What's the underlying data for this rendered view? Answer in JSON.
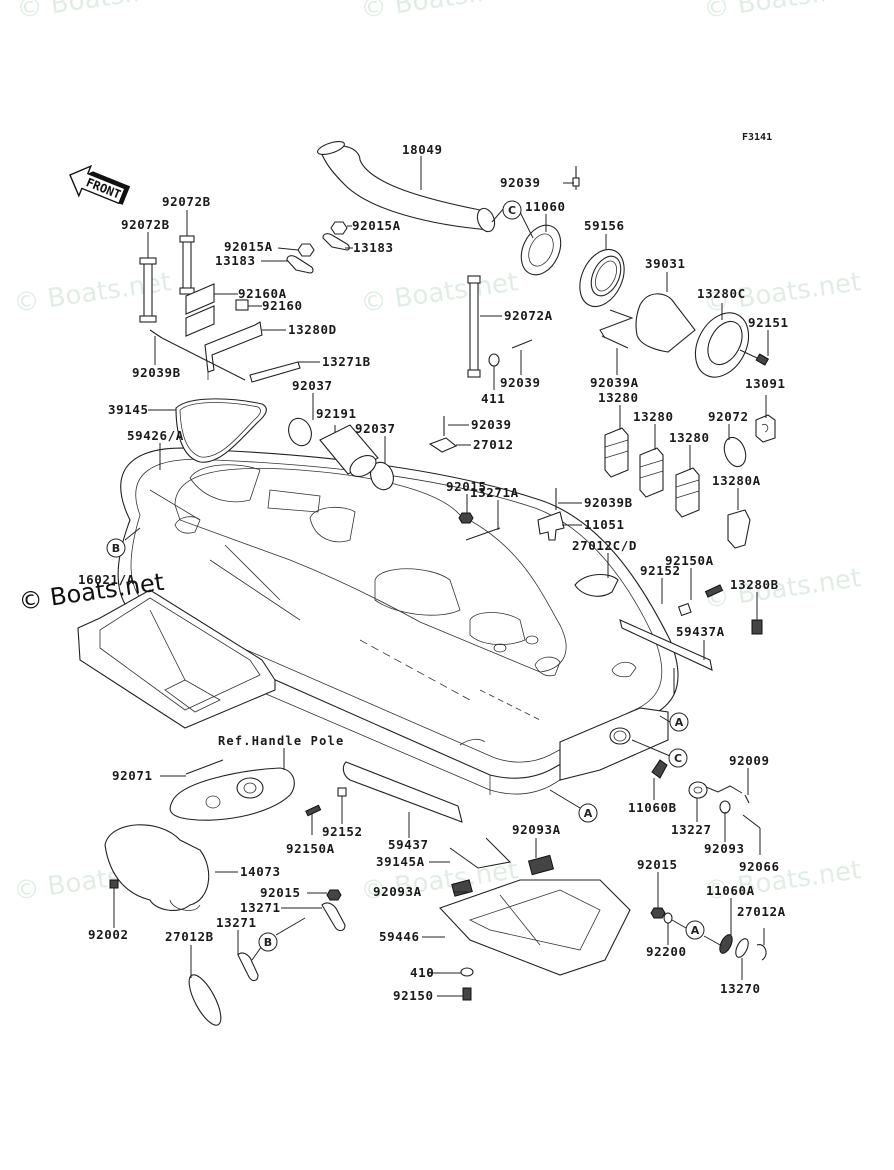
{
  "diagram": {
    "figure_code": "F3141",
    "front_arrow_label": "FRONT",
    "watermark_text": "© Boats.net",
    "ref_note": "Ref.Handle Pole",
    "reference_markers": [
      "A",
      "B",
      "C"
    ],
    "parts": [
      {
        "id": "p18049",
        "label": "18049"
      },
      {
        "id": "p92039_top",
        "label": "92039"
      },
      {
        "id": "p92072B_1",
        "label": "92072B"
      },
      {
        "id": "p92072B_2",
        "label": "92072B"
      },
      {
        "id": "p92015A_1",
        "label": "92015A"
      },
      {
        "id": "p92015A_2",
        "label": "92015A"
      },
      {
        "id": "p13183_1",
        "label": "13183"
      },
      {
        "id": "p13183_2",
        "label": "13183"
      },
      {
        "id": "p11060",
        "label": "11060"
      },
      {
        "id": "p59156",
        "label": "59156"
      },
      {
        "id": "p39031",
        "label": "39031"
      },
      {
        "id": "p92160A",
        "label": "92160A"
      },
      {
        "id": "p92160",
        "label": "92160"
      },
      {
        "id": "p13280D",
        "label": "13280D"
      },
      {
        "id": "p13280C",
        "label": "13280C"
      },
      {
        "id": "p92151",
        "label": "92151"
      },
      {
        "id": "p92072A",
        "label": "92072A"
      },
      {
        "id": "p92039B_left",
        "label": "92039B"
      },
      {
        "id": "p13271B",
        "label": "13271B"
      },
      {
        "id": "p92039_mid",
        "label": "92039"
      },
      {
        "id": "p411",
        "label": "411"
      },
      {
        "id": "p92039A",
        "label": "92039A"
      },
      {
        "id": "p13091",
        "label": "13091"
      },
      {
        "id": "p92037_1",
        "label": "92037"
      },
      {
        "id": "p39145",
        "label": "39145"
      },
      {
        "id": "p92191",
        "label": "92191"
      },
      {
        "id": "p92037_2",
        "label": "92037"
      },
      {
        "id": "p92039_low",
        "label": "92039"
      },
      {
        "id": "p27012",
        "label": "27012"
      },
      {
        "id": "p13280_1",
        "label": "13280"
      },
      {
        "id": "p13280_2",
        "label": "13280"
      },
      {
        "id": "p13280_3",
        "label": "13280"
      },
      {
        "id": "p92072",
        "label": "92072"
      },
      {
        "id": "p59426A",
        "label": "59426/A"
      },
      {
        "id": "p92015_mid",
        "label": "92015"
      },
      {
        "id": "p13271A",
        "label": "13271A"
      },
      {
        "id": "p92039B_right",
        "label": "92039B"
      },
      {
        "id": "p13280A",
        "label": "13280A"
      },
      {
        "id": "p11051",
        "label": "11051"
      },
      {
        "id": "p27012CD",
        "label": "27012C/D"
      },
      {
        "id": "p92150A_right",
        "label": "92150A"
      },
      {
        "id": "p92152_right",
        "label": "92152"
      },
      {
        "id": "p13280B",
        "label": "13280B"
      },
      {
        "id": "p16021A",
        "label": "16021/A"
      },
      {
        "id": "p59437A",
        "label": "59437A"
      },
      {
        "id": "p92071",
        "label": "92071"
      },
      {
        "id": "p92009",
        "label": "92009"
      },
      {
        "id": "p11060B",
        "label": "11060B"
      },
      {
        "id": "p92152_left",
        "label": "92152"
      },
      {
        "id": "p92150A_left",
        "label": "92150A"
      },
      {
        "id": "p59437",
        "label": "59437"
      },
      {
        "id": "p92093A_1",
        "label": "92093A"
      },
      {
        "id": "p13227",
        "label": "13227"
      },
      {
        "id": "p92093",
        "label": "92093"
      },
      {
        "id": "p92066",
        "label": "92066"
      },
      {
        "id": "p39145A",
        "label": "39145A"
      },
      {
        "id": "p14073",
        "label": "14073"
      },
      {
        "id": "p92093A_2",
        "label": "92093A"
      },
      {
        "id": "p92015_bl",
        "label": "92015"
      },
      {
        "id": "p92015_br",
        "label": "92015"
      },
      {
        "id": "p11060A",
        "label": "11060A"
      },
      {
        "id": "p13271_1",
        "label": "13271"
      },
      {
        "id": "p13271_2",
        "label": "13271"
      },
      {
        "id": "p27012A",
        "label": "27012A"
      },
      {
        "id": "p92002",
        "label": "92002"
      },
      {
        "id": "p27012B",
        "label": "27012B"
      },
      {
        "id": "p59446",
        "label": "59446"
      },
      {
        "id": "p92200",
        "label": "92200"
      },
      {
        "id": "p410",
        "label": "410"
      },
      {
        "id": "p13270",
        "label": "13270"
      },
      {
        "id": "p92150",
        "label": "92150"
      }
    ]
  }
}
